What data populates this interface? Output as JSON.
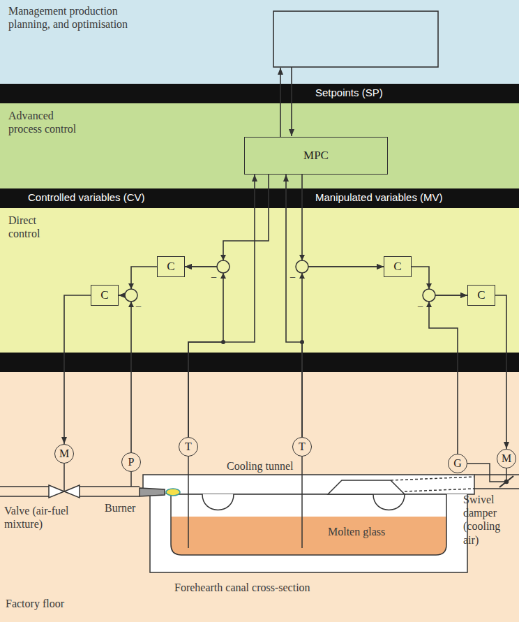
{
  "diagram": {
    "nodes": [
      {
        "text": [
          "Management production planning, and optimisation"
        ]
      },
      {
        "text": [
          "Setpoints (SP)"
        ]
      },
      {
        "text": [
          "Advanced process control"
        ]
      },
      {
        "text": [
          "MPC"
        ],
        "in": 2
      },
      {
        "text": [
          "Controlled variables (CV)",
          "Manipulated variables (MV)"
        ]
      },
      {
        "text": [
          "Direct control"
        ]
      },
      {
        "text": [
          "C"
        ],
        "in": 5
      },
      {
        "text": [
          "C"
        ],
        "in": 5
      },
      {
        "text": [
          "C"
        ],
        "in": 5
      },
      {
        "text": [
          "C"
        ],
        "in": 5
      },
      {
        "text": [
          "Factory floor"
        ]
      },
      {
        "text": [
          "M"
        ],
        "in": 10
      },
      {
        "text": [
          "P"
        ],
        "in": 10
      },
      {
        "text": [
          "T"
        ],
        "in": 10
      },
      {
        "text": [
          "T"
        ],
        "in": 10
      },
      {
        "text": [
          "G"
        ],
        "in": 10
      },
      {
        "text": [
          "M"
        ],
        "in": 10
      }
    ],
    "edges": [
      {
        "from": 3,
        "to": 6,
        "arrow": "to"
      },
      {
        "from": 13,
        "to": 6,
        "arrow": "to"
      },
      {
        "from": 13,
        "to": 3,
        "arrow": "to"
      },
      {
        "from": 3,
        "to": 7,
        "arrow": "to"
      },
      {
        "from": 14,
        "to": 7,
        "arrow": "to"
      },
      {
        "from": 14,
        "to": 3,
        "arrow": "to"
      },
      {
        "from": 6,
        "to": 8,
        "arrow": "to"
      },
      {
        "from": 12,
        "to": 8,
        "arrow": "to"
      },
      {
        "from": 8,
        "to": 11,
        "arrow": "to"
      },
      {
        "from": 7,
        "to": 9,
        "arrow": "to"
      },
      {
        "from": 15,
        "to": 9,
        "arrow": "to"
      },
      {
        "from": 9,
        "to": 16,
        "arrow": "to"
      }
    ],
    "labels": [
      "Cooling tunnel",
      "Molten glass",
      "Forehearth canal cross-section",
      "Swivel damper (cooling air)",
      "Valve (air-fuel mixture)",
      "Burner",
      "−",
      "−",
      "−",
      "−"
    ]
  }
}
